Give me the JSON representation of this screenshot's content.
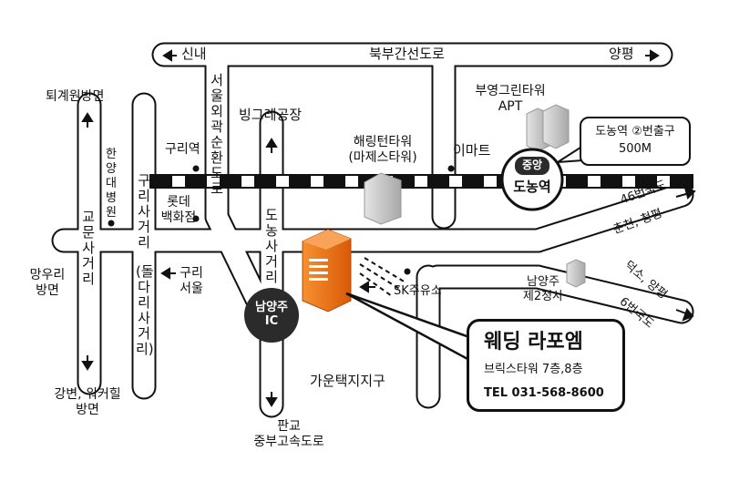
{
  "roads": {
    "top_expressway": "북부간선도로",
    "to_sinnae": "신내",
    "to_yangpyeong": "양평",
    "seoul_ring": "서울외곽순환도로",
    "hanyang_hospital": "한양대병원",
    "gyomun_crossroad": "교문사거리",
    "guri_crossroad": "구리사거리",
    "dolda_crossroad": "(돌다리사거리)",
    "donong_crossroad": "도농사거리",
    "to_guri_seoul": [
      "구리",
      "서울"
    ],
    "to_toegyewon": "퇴계원방면",
    "to_mangu": [
      "망우리",
      "방면"
    ],
    "to_gangbyeon": [
      "강변, 워커힐",
      "방면"
    ],
    "to_pangyo": [
      "판교",
      "중부고속도로"
    ],
    "route46": "46번국도",
    "to_chuncheon": "춘천, 청평",
    "to_deokso": "덕소, 양평",
    "route6": "6번국도"
  },
  "places": {
    "guri_station": "구리역",
    "lotte_dept": [
      "롯데",
      "백화점"
    ],
    "bing_factory": "빙그레공장",
    "haeringten": [
      "해링턴타워",
      "(마제스타워)"
    ],
    "emart": "이마트",
    "buyeong_apt": [
      "부영그린타워",
      "APT"
    ],
    "sk_gas": "SK주유소",
    "namyangju_office": [
      "남양주",
      "제2청사"
    ],
    "gaun_district": "가운택지지구",
    "namyangju_ic": [
      "남양주",
      "IC"
    ],
    "donong_station_line": "중앙",
    "donong_station": "도농역",
    "exit_callout": [
      "도농역 ②번출구",
      "500M"
    ]
  },
  "venue": {
    "name": "웨딩 라포엠",
    "address": "브릭스타워 7층,8층",
    "phone": "TEL 031-568-8600"
  },
  "colors": {
    "road_outline": "#111111",
    "road_fill": "#ffffff",
    "venue_orange": "#f26e12",
    "building_grey": "#c8c8c8",
    "station_dark": "#2a2a2a"
  }
}
